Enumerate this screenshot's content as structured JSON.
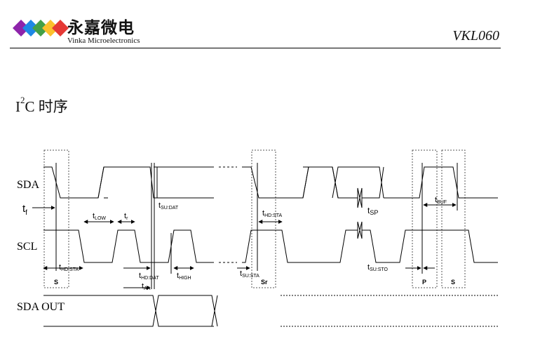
{
  "header": {
    "company_cn": "永嘉微电",
    "company_en": "Vinka Microelectronics",
    "doc_id": "VKL060",
    "logo_colors": [
      "#e53935",
      "#fbc02d",
      "#43a047",
      "#1e88e5",
      "#8e24aa"
    ]
  },
  "section": {
    "title_prefix": "I",
    "title_sup": "2",
    "title_rest": "C 时序"
  },
  "diagram": {
    "signals": {
      "sda": "SDA",
      "scl": "SCL",
      "sda_out": "SDA OUT"
    },
    "t_f": {
      "main": "t",
      "sub": "f"
    },
    "timing_labels": [
      {
        "id": "tlow",
        "main": "t",
        "sub": "LOW"
      },
      {
        "id": "tr",
        "main": "t",
        "sub": "r"
      },
      {
        "id": "tsudat",
        "main": "t",
        "sub": "SU:DAT"
      },
      {
        "id": "thdsta-1",
        "main": "t",
        "sub": "HD:STA"
      },
      {
        "id": "thddat",
        "main": "t",
        "sub": "HD:DAT"
      },
      {
        "id": "thigh",
        "main": "t",
        "sub": "HIGH"
      },
      {
        "id": "taa",
        "main": "t",
        "sub": "AA"
      },
      {
        "id": "thdsta-2",
        "main": "t",
        "sub": "HD:STA"
      },
      {
        "id": "tsusta",
        "main": "t",
        "sub": "SU:STA"
      },
      {
        "id": "tsp",
        "main": "t",
        "sub": "SP"
      },
      {
        "id": "tsusto",
        "main": "t",
        "sub": "SU:STO"
      },
      {
        "id": "tbuf",
        "main": "t",
        "sub": "BUF"
      }
    ],
    "conditions": [
      {
        "id": "start",
        "label": "S"
      },
      {
        "id": "repeated-start",
        "label": "Sr"
      },
      {
        "id": "stop",
        "label": "P"
      },
      {
        "id": "start-2",
        "label": "S"
      }
    ]
  }
}
